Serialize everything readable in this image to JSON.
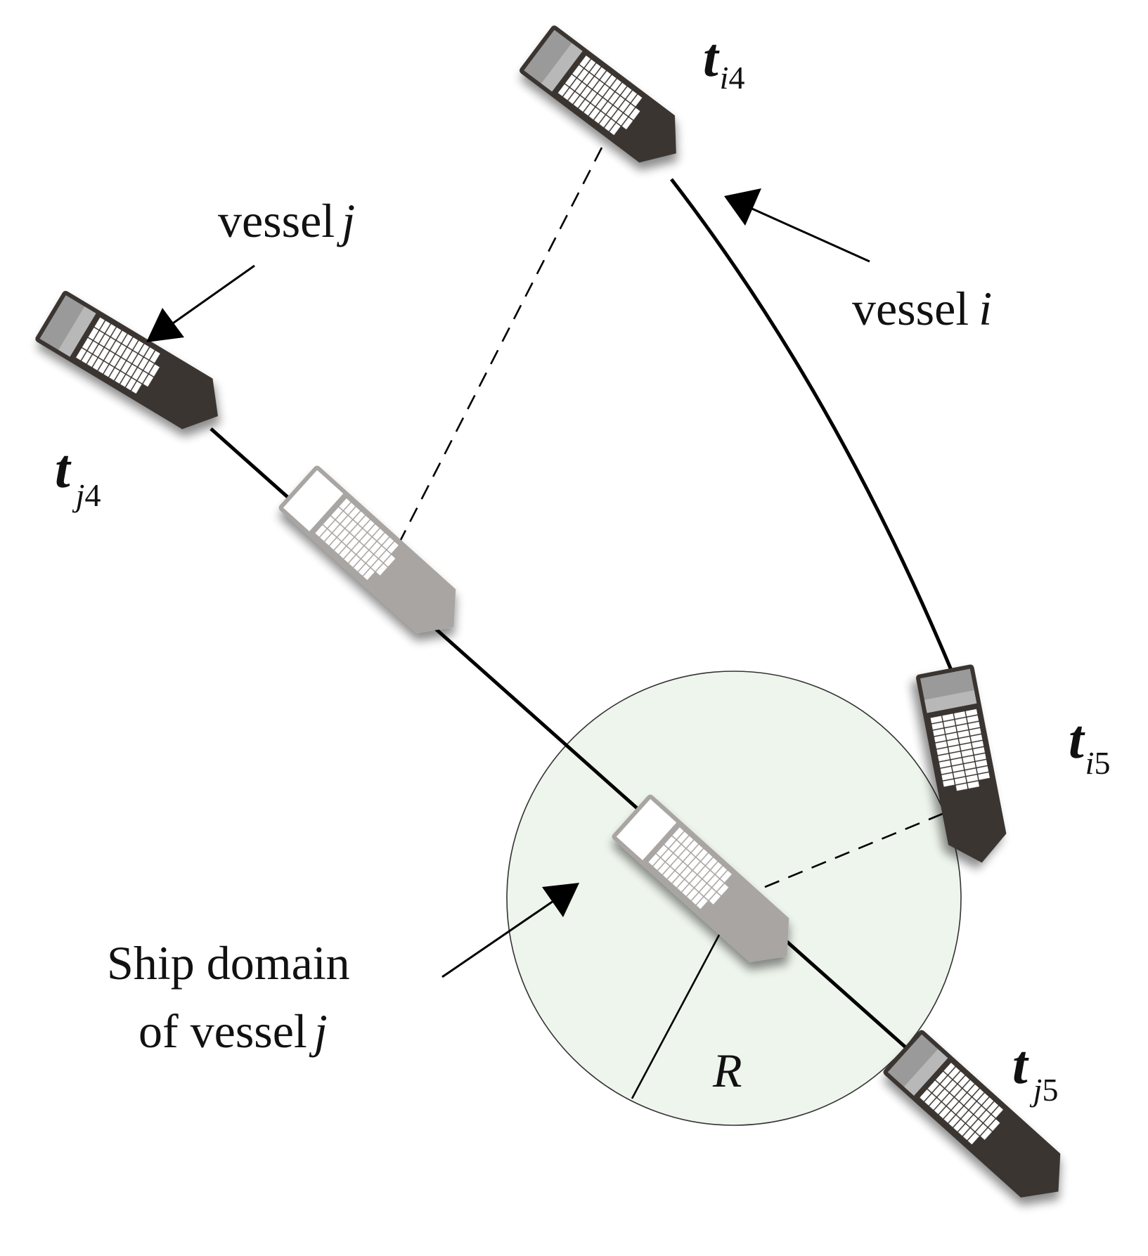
{
  "figure": {
    "vessel_j_label": {
      "word": "vessel",
      "symbol": "j"
    },
    "vessel_i_label": {
      "word": "vessel",
      "symbol": "i"
    },
    "time_labels": [
      {
        "symbol": "t",
        "sub": "i",
        "num": "4"
      },
      {
        "symbol": "t",
        "sub": "j",
        "num": "4"
      },
      {
        "symbol": "t",
        "sub": "i",
        "num": "5"
      },
      {
        "symbol": "t",
        "sub": "j",
        "num": "5"
      }
    ],
    "domain_label": {
      "line1": "Ship domain",
      "line2_word": "of vessel",
      "line2_symbol": "j"
    },
    "radius_label": "R"
  },
  "colors": {
    "ship_dark": "#3a3431",
    "ship_ghost": "#a9a5a2",
    "bridge_dark": "#9a9a9a",
    "domain_fill": "#eef5ec",
    "line": "#000000"
  }
}
